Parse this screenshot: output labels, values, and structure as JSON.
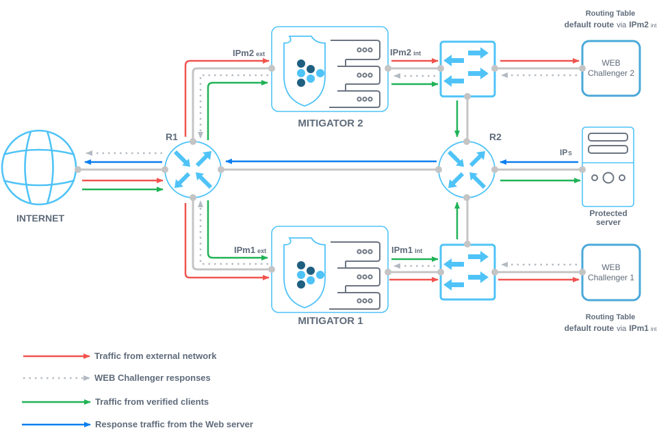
{
  "nodes": {
    "internet": {
      "label": "INTERNET"
    },
    "r1": {
      "label": "R1"
    },
    "r2": {
      "label": "R2"
    },
    "mitigator2": {
      "label": "MITIGATOR 2"
    },
    "mitigator1": {
      "label": "MITIGATOR 1"
    },
    "web_challenger2": {
      "line1": "WEB",
      "line2": "Challenger 2"
    },
    "web_challenger1": {
      "line1": "WEB",
      "line2": "Challenger 1"
    },
    "protected_server": {
      "line1": "Protected",
      "line2": "server"
    }
  },
  "interfaces": {
    "ipm2_ext": {
      "main": "IPm2",
      "sub": "ext"
    },
    "ipm2_int": {
      "main": "IPm2",
      "sub": "int"
    },
    "ipm1_ext": {
      "main": "IPm1",
      "sub": "ext"
    },
    "ipm1_int": {
      "main": "IPm1",
      "sub": "int"
    },
    "ips": {
      "main": "IP",
      "sub": "S"
    }
  },
  "routing_tables": {
    "top": {
      "title": "Routing Table",
      "route_bold": "default route",
      "via": "via",
      "iface": "IPm2",
      "iface_sub": "int"
    },
    "bottom": {
      "title": "Routing Table",
      "route_bold": "default route",
      "via": "via",
      "iface": "IPm1",
      "iface_sub": "int"
    }
  },
  "legend": [
    {
      "label": "Traffic from external network",
      "style": "red"
    },
    {
      "label": "WEB Challenger responses",
      "style": "dots"
    },
    {
      "label": "Traffic from verified clients",
      "style": "green"
    },
    {
      "label": "Response traffic from the Web server",
      "style": "blue"
    }
  ],
  "colors": {
    "external_traffic": "#f0534f",
    "challenger_responses": "#b3bac2",
    "verified_traffic": "#1fb256",
    "server_responses": "#0a7ef0",
    "device_outline": "#4fc3f7",
    "link": "#c4c4c4",
    "label_text": "#5f6b7a"
  }
}
